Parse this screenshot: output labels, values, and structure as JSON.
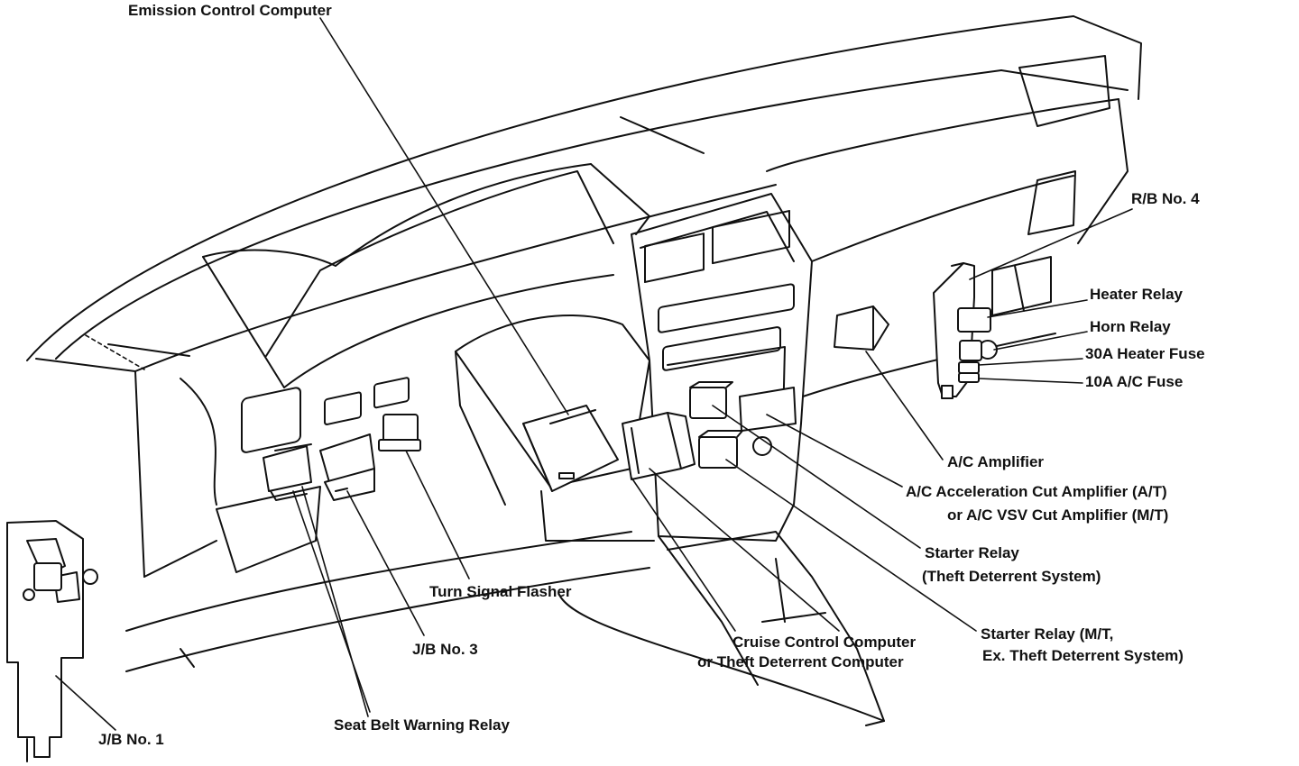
{
  "diagram": {
    "labels": {
      "emission_control_computer": "Emission Control Computer",
      "rb_no4": "R/B No. 4",
      "heater_relay": "Heater Relay",
      "horn_relay": "Horn Relay",
      "heater_fuse_30a": "30A Heater Fuse",
      "ac_fuse_10a": "10A A/C Fuse",
      "ac_amplifier": "A/C Amplifier",
      "ac_accel_cut_line1": "A/C Acceleration Cut Amplifier (A/T)",
      "ac_accel_cut_line2": "or A/C VSV Cut Amplifier (M/T)",
      "starter_relay_theft_line1": "Starter Relay",
      "starter_relay_theft_line2": "(Theft Deterrent System)",
      "starter_relay_mt_line1": "Starter Relay (M/T,",
      "starter_relay_mt_line2": "Ex. Theft Deterrent System)",
      "cruise_control_line1": "Cruise Control Computer",
      "cruise_control_line2": "or Theft Deterrent Computer",
      "turn_signal_flasher": "Turn Signal Flasher",
      "jb_no3": "J/B No. 3",
      "seat_belt_warning_relay": "Seat Belt Warning Relay",
      "jb_no1": "J/B No. 1"
    }
  }
}
